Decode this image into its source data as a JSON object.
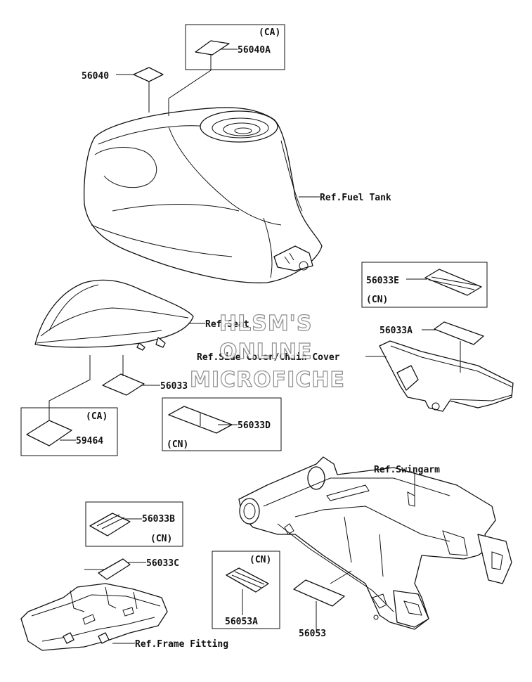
{
  "labels": {
    "p56040": "56040",
    "p56040A": "56040A",
    "ca_top": "(CA)",
    "ref_fuel_tank": "Ref.Fuel Tank",
    "p56033E": "56033E",
    "cn_e": "(CN)",
    "ref_seat": "Ref.Seat",
    "p56033A": "56033A",
    "ref_side_cover": "Ref.Side Cover/Chain Cover",
    "p56033": "56033",
    "ca_left": "(CA)",
    "p59464": "59464",
    "p56033D": "56033D",
    "cn_d": "(CN)",
    "ref_swingarm": "Ref.Swingarm",
    "p56033B": "56033B",
    "cn_b": "(CN)",
    "p56033C": "56033C",
    "cn_53a": "(CN)",
    "p56053A": "56053A",
    "p56053": "56053",
    "ref_frame_fitting": "Ref.Frame Fitting"
  },
  "watermark": {
    "line1": "HLSM'S",
    "line2": "ONLINE",
    "line3": "MICROFICHE"
  }
}
